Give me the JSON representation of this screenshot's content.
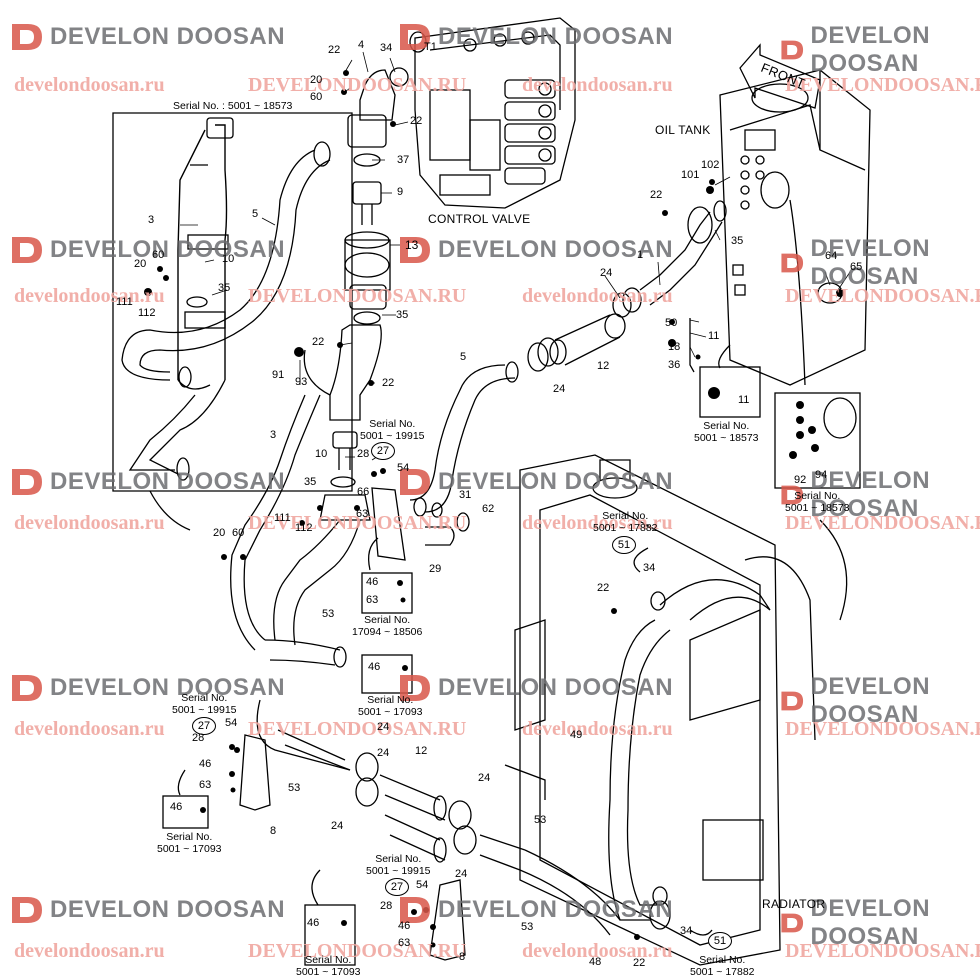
{
  "watermark": {
    "brand": "DEVELON DOOSAN",
    "url_lower": "develondoosan.ru",
    "url_upper": "DEVELONDOOSAN.RU",
    "logo_color": "#d9574a",
    "text_color": "#6d6e71"
  },
  "captions": {
    "control_valve": "CONTROL VALVE",
    "oil_tank": "OIL TANK",
    "radiator": "RADIATOR",
    "front": "FRONT",
    "t1": "T1"
  },
  "serials": {
    "top_left": "Serial No. : 5001 ~ 18573",
    "s19915_a_1": "Serial No.",
    "s19915_a_2": "5001 ~ 19915",
    "s17094_1": "Serial No.",
    "s17094_2": "17094 ~ 18506",
    "s17093_a_1": "Serial No.",
    "s17093_a_2": "5001 ~ 17093",
    "s19915_b_1": "Serial No.",
    "s19915_b_2": "5001 ~ 19915",
    "s17093_b_1": "Serial No.",
    "s17093_b_2": "5001 ~ 17093",
    "s19915_c_1": "Serial No.",
    "s19915_c_2": "5001 ~ 19915",
    "s17093_c_1": "Serial No.",
    "s17093_c_2": "5001 ~ 17093",
    "s17882_a_1": "Serial No.",
    "s17882_a_2": "5001 ~ 17882",
    "s17882_b_1": "Serial No.",
    "s17882_b_2": "5001 ~ 17882",
    "s18573_a_1": "Serial No.",
    "s18573_a_2": "5001 ~ 18573",
    "s18573_b_1": "Serial No.",
    "s18573_b_2": "5001 ~ 18573"
  },
  "parts": {
    "p22a": "22",
    "p4": "4",
    "p34a": "34",
    "p20a": "20",
    "p60a": "60",
    "p22b": "22",
    "p37": "37",
    "p9": "9",
    "p13": "13",
    "p35a": "35",
    "p22c": "22",
    "p91": "91",
    "p93": "93",
    "p22d": "22",
    "p3a": "3",
    "p5a": "5",
    "p10a": "10",
    "p20b": "20",
    "p60b": "60",
    "p35b": "35",
    "p111a": "111",
    "p112a": "112",
    "p3b": "3",
    "p10b": "10",
    "p28a": "28",
    "p54a": "54",
    "p35c": "35",
    "p66": "66",
    "p111b": "111",
    "p112b": "112",
    "p63a": "63",
    "p20c": "20",
    "p60c": "60",
    "p31": "31",
    "p62": "62",
    "p29": "29",
    "p46a": "46",
    "p63b": "63",
    "p46b": "46",
    "p53a": "53",
    "p5b": "5",
    "p24a": "24",
    "p12a": "12",
    "p24b": "24",
    "p1": "1",
    "p50": "50",
    "p11a": "11",
    "p18": "18",
    "p36": "36",
    "p11b": "11",
    "p22e": "22",
    "p35d": "35",
    "p101": "101",
    "p102": "102",
    "p64": "64",
    "p65": "65",
    "p92": "92",
    "p94": "94",
    "p22f": "22",
    "p34b": "34",
    "p49": "49",
    "p28b": "28",
    "p54b": "54",
    "p46c": "46",
    "p63c": "63",
    "p46d": "46",
    "p53b": "53",
    "p8a": "8",
    "p24c": "24",
    "p12b": "12",
    "p24d": "24",
    "p24e": "24",
    "p24f": "24",
    "p24g": "24",
    "p53c": "53",
    "p53d": "53",
    "p28c": "28",
    "p54c": "54",
    "p46e": "46",
    "p63d": "63",
    "p46f": "46",
    "p8b": "8",
    "p48": "48",
    "p22g": "22",
    "p34c": "34"
  },
  "circled": {
    "c27a": "27",
    "c27b": "27",
    "c27c": "27",
    "c51a": "51",
    "c51b": "51"
  }
}
